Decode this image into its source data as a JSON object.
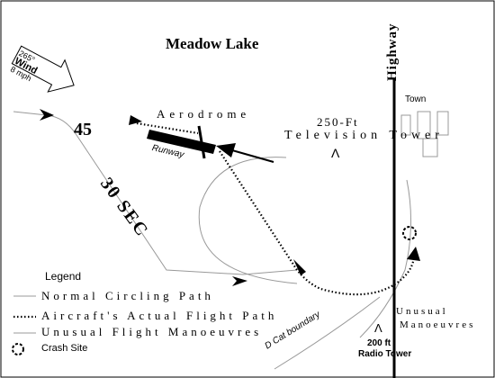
{
  "map": {
    "title": "Meadow Lake",
    "wind": {
      "direction": "265°",
      "label": "Wind",
      "speed": "8 mph"
    },
    "places": {
      "aerodrome": "Aerodrome",
      "runway": "Runway",
      "highway": "Highway",
      "town": "Town",
      "tv_tower_height": "250-Ft",
      "tv_tower_name": "Television Tower",
      "radio_tower_height": "200 ft",
      "radio_tower_name": "Radio Tower",
      "boundary": "D Cat boundary"
    },
    "annotations": {
      "heading": "45",
      "timing": "30 SEC",
      "unusual_line1": "Unusual",
      "unusual_line2": "Manoeuvres",
      "tower_symbol": "Λ"
    },
    "legend": {
      "title": "Legend",
      "items": [
        {
          "label": "Normal Circling Path",
          "style": "thin-gray"
        },
        {
          "label": "Aircraft's Actual Flight Path",
          "style": "dotted"
        },
        {
          "label": "Unusual Flight Manoeuvres",
          "style": "thin-gray"
        },
        {
          "label": "Crash Site",
          "style": "dashed-circle"
        }
      ]
    },
    "colors": {
      "path": "#999999",
      "ink": "#000000"
    }
  }
}
